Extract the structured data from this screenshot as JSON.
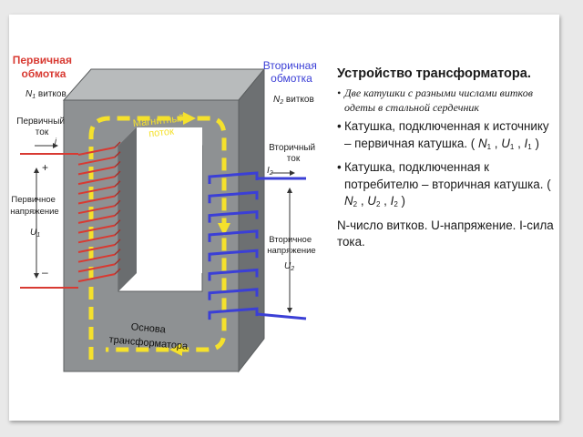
{
  "diagram": {
    "primary_winding_title": [
      "Первичная",
      "обмотка"
    ],
    "primary_turns": {
      "symbol": "N",
      "sub": "1",
      "word": "витков"
    },
    "secondary_winding_title": [
      "Вторичная",
      "обмотка"
    ],
    "secondary_turns": {
      "symbol": "N",
      "sub": "2",
      "word": "витков"
    },
    "primary_current_label": [
      "Первичный",
      "ток"
    ],
    "primary_current_symbol": "i",
    "secondary_current_label": [
      "Вторичный",
      "ток"
    ],
    "secondary_current_symbol": {
      "symbol": "I",
      "sub": "2"
    },
    "primary_voltage_label": [
      "Первичное",
      "напряжение"
    ],
    "primary_voltage_symbol": {
      "symbol": "U",
      "sub": "1"
    },
    "secondary_voltage_label": [
      "Вторичное",
      "напряжение"
    ],
    "secondary_voltage_symbol": {
      "symbol": "U",
      "sub": "2"
    },
    "magnetic_flux_label": [
      "Магнитный",
      "поток"
    ],
    "base_label": [
      "Основа",
      "трансформатора"
    ],
    "plus_sign": "+",
    "minus_sign": "–",
    "colors": {
      "core_front": "#8e9193",
      "core_top": "#b8bbbc",
      "core_side": "#6d7072",
      "flux": "#f5e12c",
      "primary_coil": "#d83a32",
      "secondary_coil": "#3b3fd6"
    }
  },
  "panel": {
    "title": "Устройство трансформатора.",
    "bullets": [
      {
        "style": "italic-serif",
        "marker": "•",
        "text": "Две катушки с разными числами витков одеты в стальной сердечник"
      },
      {
        "style": "sans",
        "marker": "•",
        "text": "Катушка, подключенная к источнику – первичная катушка. ( ",
        "formula": [
          [
            "N",
            "1"
          ],
          [
            "U",
            "1"
          ],
          [
            "I",
            "1"
          ]
        ],
        "tail": " )"
      },
      {
        "style": "sans",
        "marker": "•",
        "text": "Катушка, подключенная к потребителю – вторичная катушка. ( ",
        "formula": [
          [
            "N",
            "2"
          ],
          [
            "U",
            "2"
          ],
          [
            "I",
            "2"
          ]
        ],
        "tail": " )"
      },
      {
        "style": "sans",
        "marker": "",
        "text": "N-число витков. U-напряжение.   I-сила тока."
      }
    ]
  }
}
